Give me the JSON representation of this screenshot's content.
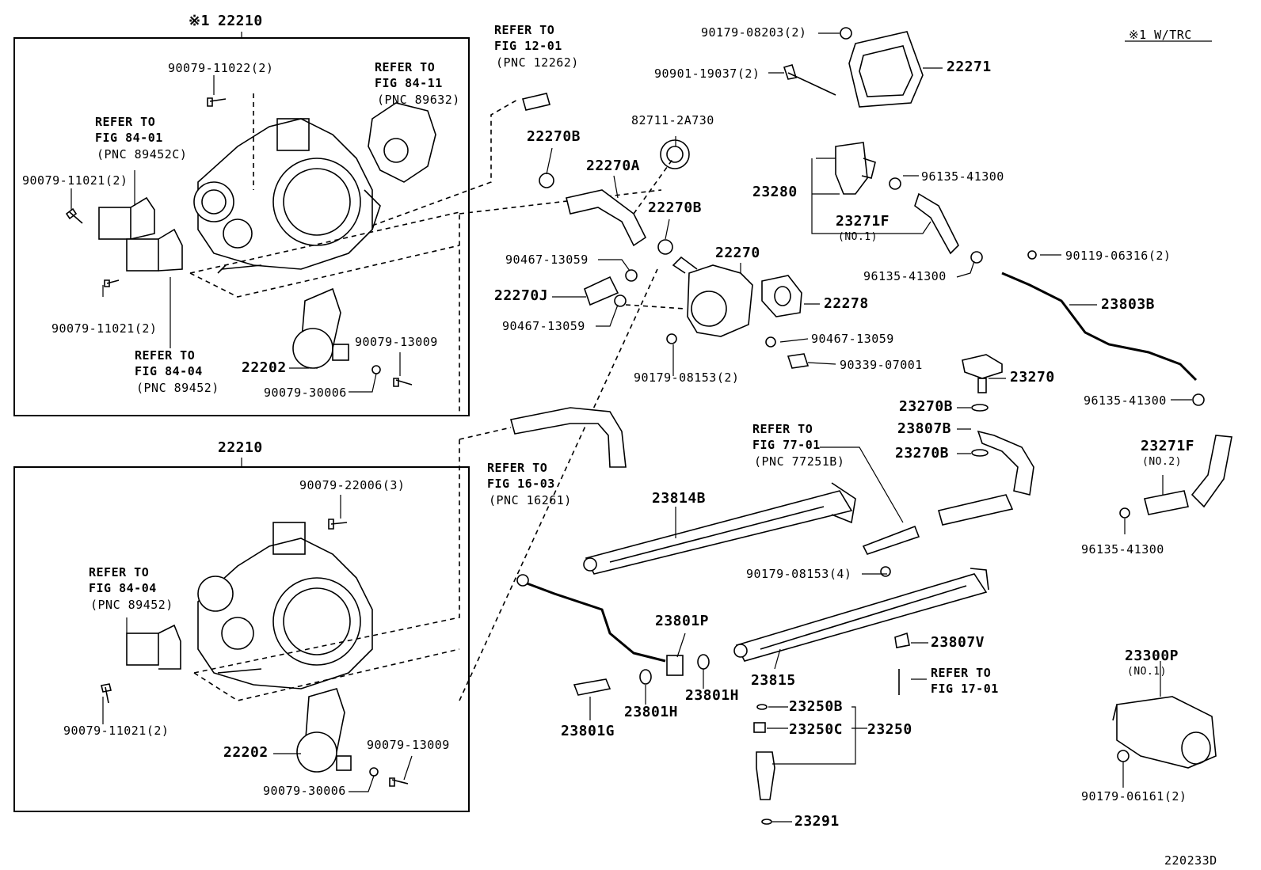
{
  "diagram_id": "220233D",
  "legend": "※1 W/TRC",
  "boxes": {
    "top": {
      "mark": "※1",
      "pn": "22210"
    },
    "bottom": {
      "pn": "22210"
    }
  },
  "labels": {
    "p90079_11022": "90079-11022(2)",
    "ref_8411_a": "REFER TO",
    "ref_8411_b": "FIG 84-11",
    "ref_8411_c": "(PNC 89632)",
    "ref_8401_a": "REFER TO",
    "ref_8401_b": "FIG 84-01",
    "ref_8401_c": "(PNC 89452C)",
    "p90079_11021_a": "90079-11021(2)",
    "p90079_11021_b": "90079-11021(2)",
    "ref_8404_a": "REFER TO",
    "ref_8404_b": "FIG 84-04",
    "ref_8404_c": "(PNC 89452)",
    "p90079_13009_a": "90079-13009",
    "p22202_a": "22202",
    "p90079_30006_a": "90079-30006",
    "p90079_22006": "90079-22006(3)",
    "ref_8404b_a": "REFER TO",
    "ref_8404b_b": "FIG 84-04",
    "ref_8404b_c": "(PNC 89452)",
    "p90079_11021_c": "90079-11021(2)",
    "p22202_b": "22202",
    "p90079_13009_b": "90079-13009",
    "p90079_30006_b": "90079-30006",
    "ref_1201_a": "REFER TO",
    "ref_1201_b": "FIG 12-01",
    "ref_1201_c": "(PNC 12262)",
    "p22270B_a": "22270B",
    "p22270A": "22270A",
    "p82711": "82711-2A730",
    "p22270B_b": "22270B",
    "p90467_a": "90467-13059",
    "p22270J": "22270J",
    "p90467_b": "90467-13059",
    "p22270": "22270",
    "p22278": "22278",
    "p90467_c": "90467-13059",
    "p90179_08153_2": "90179-08153(2)",
    "p90339": "90339-07001",
    "ref_1603_a": "REFER TO",
    "ref_1603_b": "FIG 16-03",
    "ref_1603_c": "(PNC 16261)",
    "p90179_08203": "90179-08203(2)",
    "p90901": "90901-19037(2)",
    "p22271": "22271",
    "p23280": "23280",
    "p96135_a": "96135-41300",
    "p23271F_a": "23271F",
    "p23271F_a_sub": "(NO.1)",
    "p96135_b": "96135-41300",
    "p90119": "90119-06316(2)",
    "p23803B": "23803B",
    "p23270": "23270",
    "p96135_c": "96135-41300",
    "p23270B_a": "23270B",
    "p23807B": "23807B",
    "p23270B_b": "23270B",
    "p23271F_b": "23271F",
    "p23271F_b_sub": "(NO.2)",
    "p96135_d": "96135-41300",
    "ref_7701_a": "REFER TO",
    "ref_7701_b": "FIG 77-01",
    "ref_7701_c": "(PNC 77251B)",
    "p23814B": "23814B",
    "p90179_08153_4": "90179-08153(4)",
    "p23801P": "23801P",
    "p23815": "23815",
    "p23807V": "23807V",
    "ref_1701_a": "REFER TO",
    "ref_1701_b": "FIG 17-01",
    "p23801H_a": "23801H",
    "p23801H_b": "23801H",
    "p23801G": "23801G",
    "p23250B": "23250B",
    "p23250C": "23250C",
    "p23250": "23250",
    "p23291": "23291",
    "p23300P": "23300P",
    "p23300P_sub": "(NO.1)",
    "p90179_06161": "90179-06161(2)"
  }
}
